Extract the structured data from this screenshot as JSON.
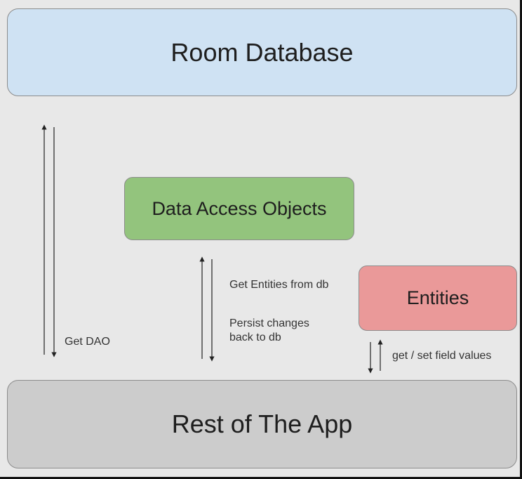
{
  "boxes": {
    "room_database": "Room Database",
    "data_access_objects": "Data Access Objects",
    "entities": "Entities",
    "rest_of_app": "Rest of The App"
  },
  "labels": {
    "get_dao": "Get DAO",
    "get_entities": "Get Entities from db",
    "persist_line1": "Persist changes",
    "persist_line2": "back to db",
    "get_set": "get / set field values"
  },
  "colors": {
    "room_database": "#cfe2f3",
    "data_access_objects": "#93c47d",
    "entities": "#ea9999",
    "rest_of_app": "#cccccc",
    "background": "#e8e8e8"
  }
}
